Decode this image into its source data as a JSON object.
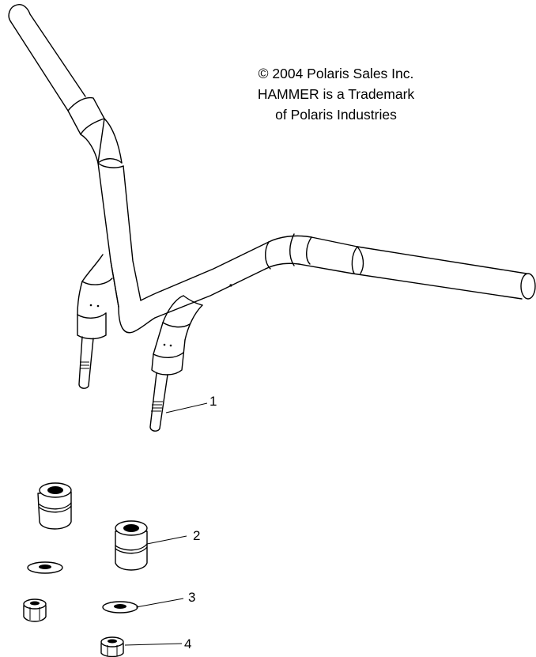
{
  "copyright": {
    "line1": "© 2004 Polaris Sales Inc.",
    "line2": "HAMMER is a Trademark",
    "line3": "of Polaris Industries"
  },
  "callouts": [
    {
      "label": "1"
    },
    {
      "label": "2"
    },
    {
      "label": "3"
    },
    {
      "label": "4"
    }
  ]
}
